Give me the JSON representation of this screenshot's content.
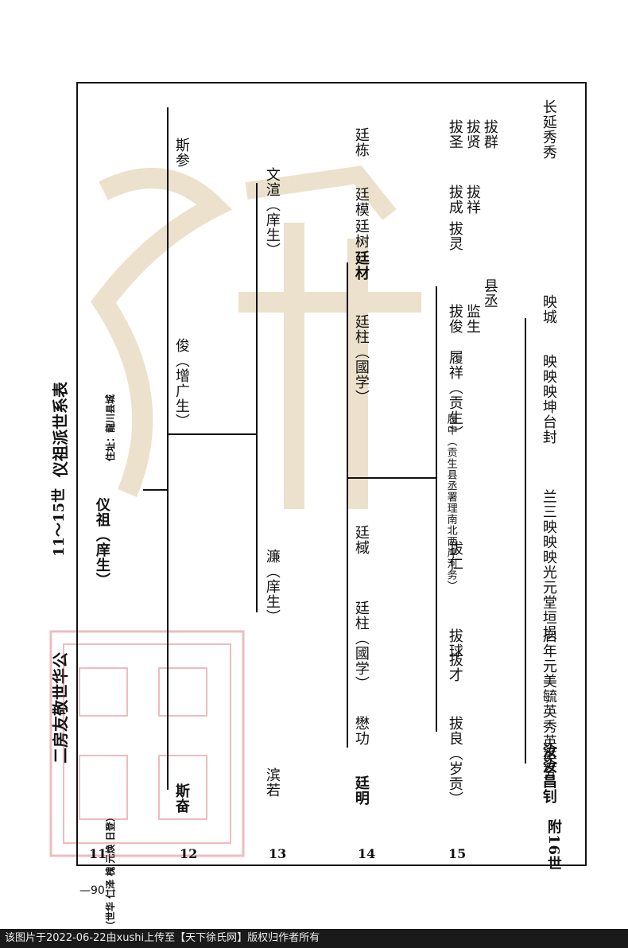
{
  "header": {
    "title_left": "二房友敬世华公",
    "title_mid": "11～15世",
    "title_right": "仪祖派世系表",
    "notes_left": "（世华 仁泽 槐 元焕 日登）",
    "address": "住址：龍川县城"
  },
  "generations": [
    "11",
    "12",
    "13",
    "14",
    "15",
    "附16世"
  ],
  "people": {
    "yi_zu": "仪祖（庠生）",
    "si_fen": "斯奋",
    "si_can": "斯参",
    "jun": "俊（增广生）",
    "bin_ruo": "滨若",
    "lian": "濂（庠生）",
    "wen_xuan": "文渲（庠生）",
    "ting_ming": "廷明",
    "ting_gong": "懋功",
    "ting_zhu1": "廷柱（國学）",
    "ting_yu": "廷棫",
    "ting_zhu2": "廷柱（國学）",
    "ting_cai": "廷材",
    "ting_shu": "廷树",
    "ting_mo": "廷模",
    "ting_dong": "廷栋",
    "ba_liang": "拔良（岁贡）",
    "ba_cai": "拔才",
    "ba_qiu": "拔球",
    "ba_ren": "拔仁",
    "lv_zhong": "履中（贡生县丞署理南北两岸河务）",
    "lv_xiang": "履祥（贡生）",
    "ba_jun": "拔俊",
    "jian_sheng": "监生",
    "xian_cheng": "县丞",
    "ba_ling": "拔灵",
    "ba_cheng": "拔成",
    "ba_xiang": "拔祥",
    "ba_sheng": "拔圣",
    "ba_xian": "拔贤",
    "ba_qun": "拔群"
  },
  "gen16": {
    "g1": "汝汝昌钊",
    "g2": "启年元美毓英秀英英芬",
    "g3": "兰三映映映光元堂垣埙",
    "g4": "映映映坤台封",
    "g5": "映城",
    "g6": "长延秀秀"
  },
  "page_number": "—90—",
  "footer": "该图片于2022-06-22由xushi上传至【天下徐氏网】版权归作者所有"
}
